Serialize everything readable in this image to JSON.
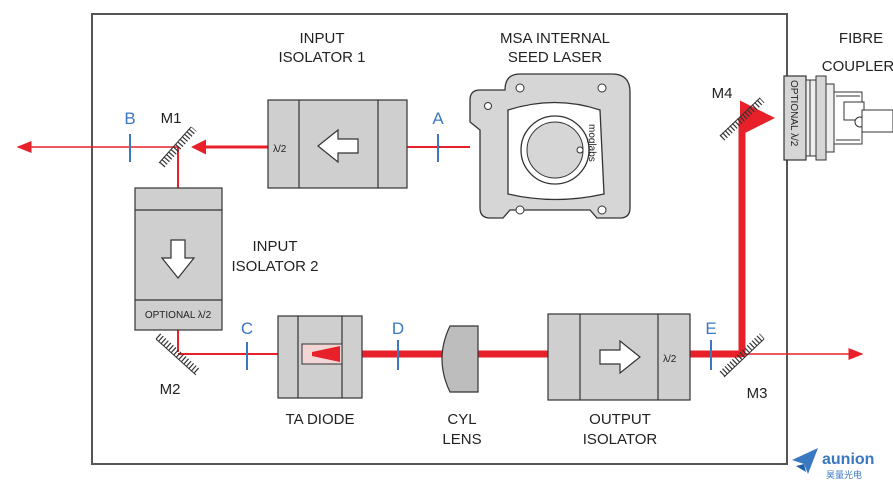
{
  "labels": {
    "input_isolator_1": [
      "INPUT",
      "ISOLATOR 1"
    ],
    "seed_laser": [
      "MSA INTERNAL",
      "SEED LASER"
    ],
    "fibre_coupler": [
      "FIBRE",
      "COUPLER"
    ],
    "input_isolator_2": [
      "INPUT",
      "ISOLATOR 2"
    ],
    "ta_diode": "TA DIODE",
    "cyl_lens": [
      "CYL",
      "LENS"
    ],
    "output_isolator": [
      "OUTPUT",
      "ISOLATOR"
    ],
    "m1": "M1",
    "m2": "M2",
    "m3": "M3",
    "m4": "M4",
    "lambda2": "λ/2",
    "optional_lambda2": "OPTIONAL λ/2",
    "laser_brand": "moglabs"
  },
  "points": {
    "a": "A",
    "b": "B",
    "c": "C",
    "d": "D",
    "e": "E"
  },
  "logo": {
    "name": "aunion",
    "sub": "昊量光电"
  },
  "colors": {
    "beam": "#e8202a",
    "point": "#3a78c2",
    "box": "#cfcfcf",
    "frame": "#555555"
  }
}
